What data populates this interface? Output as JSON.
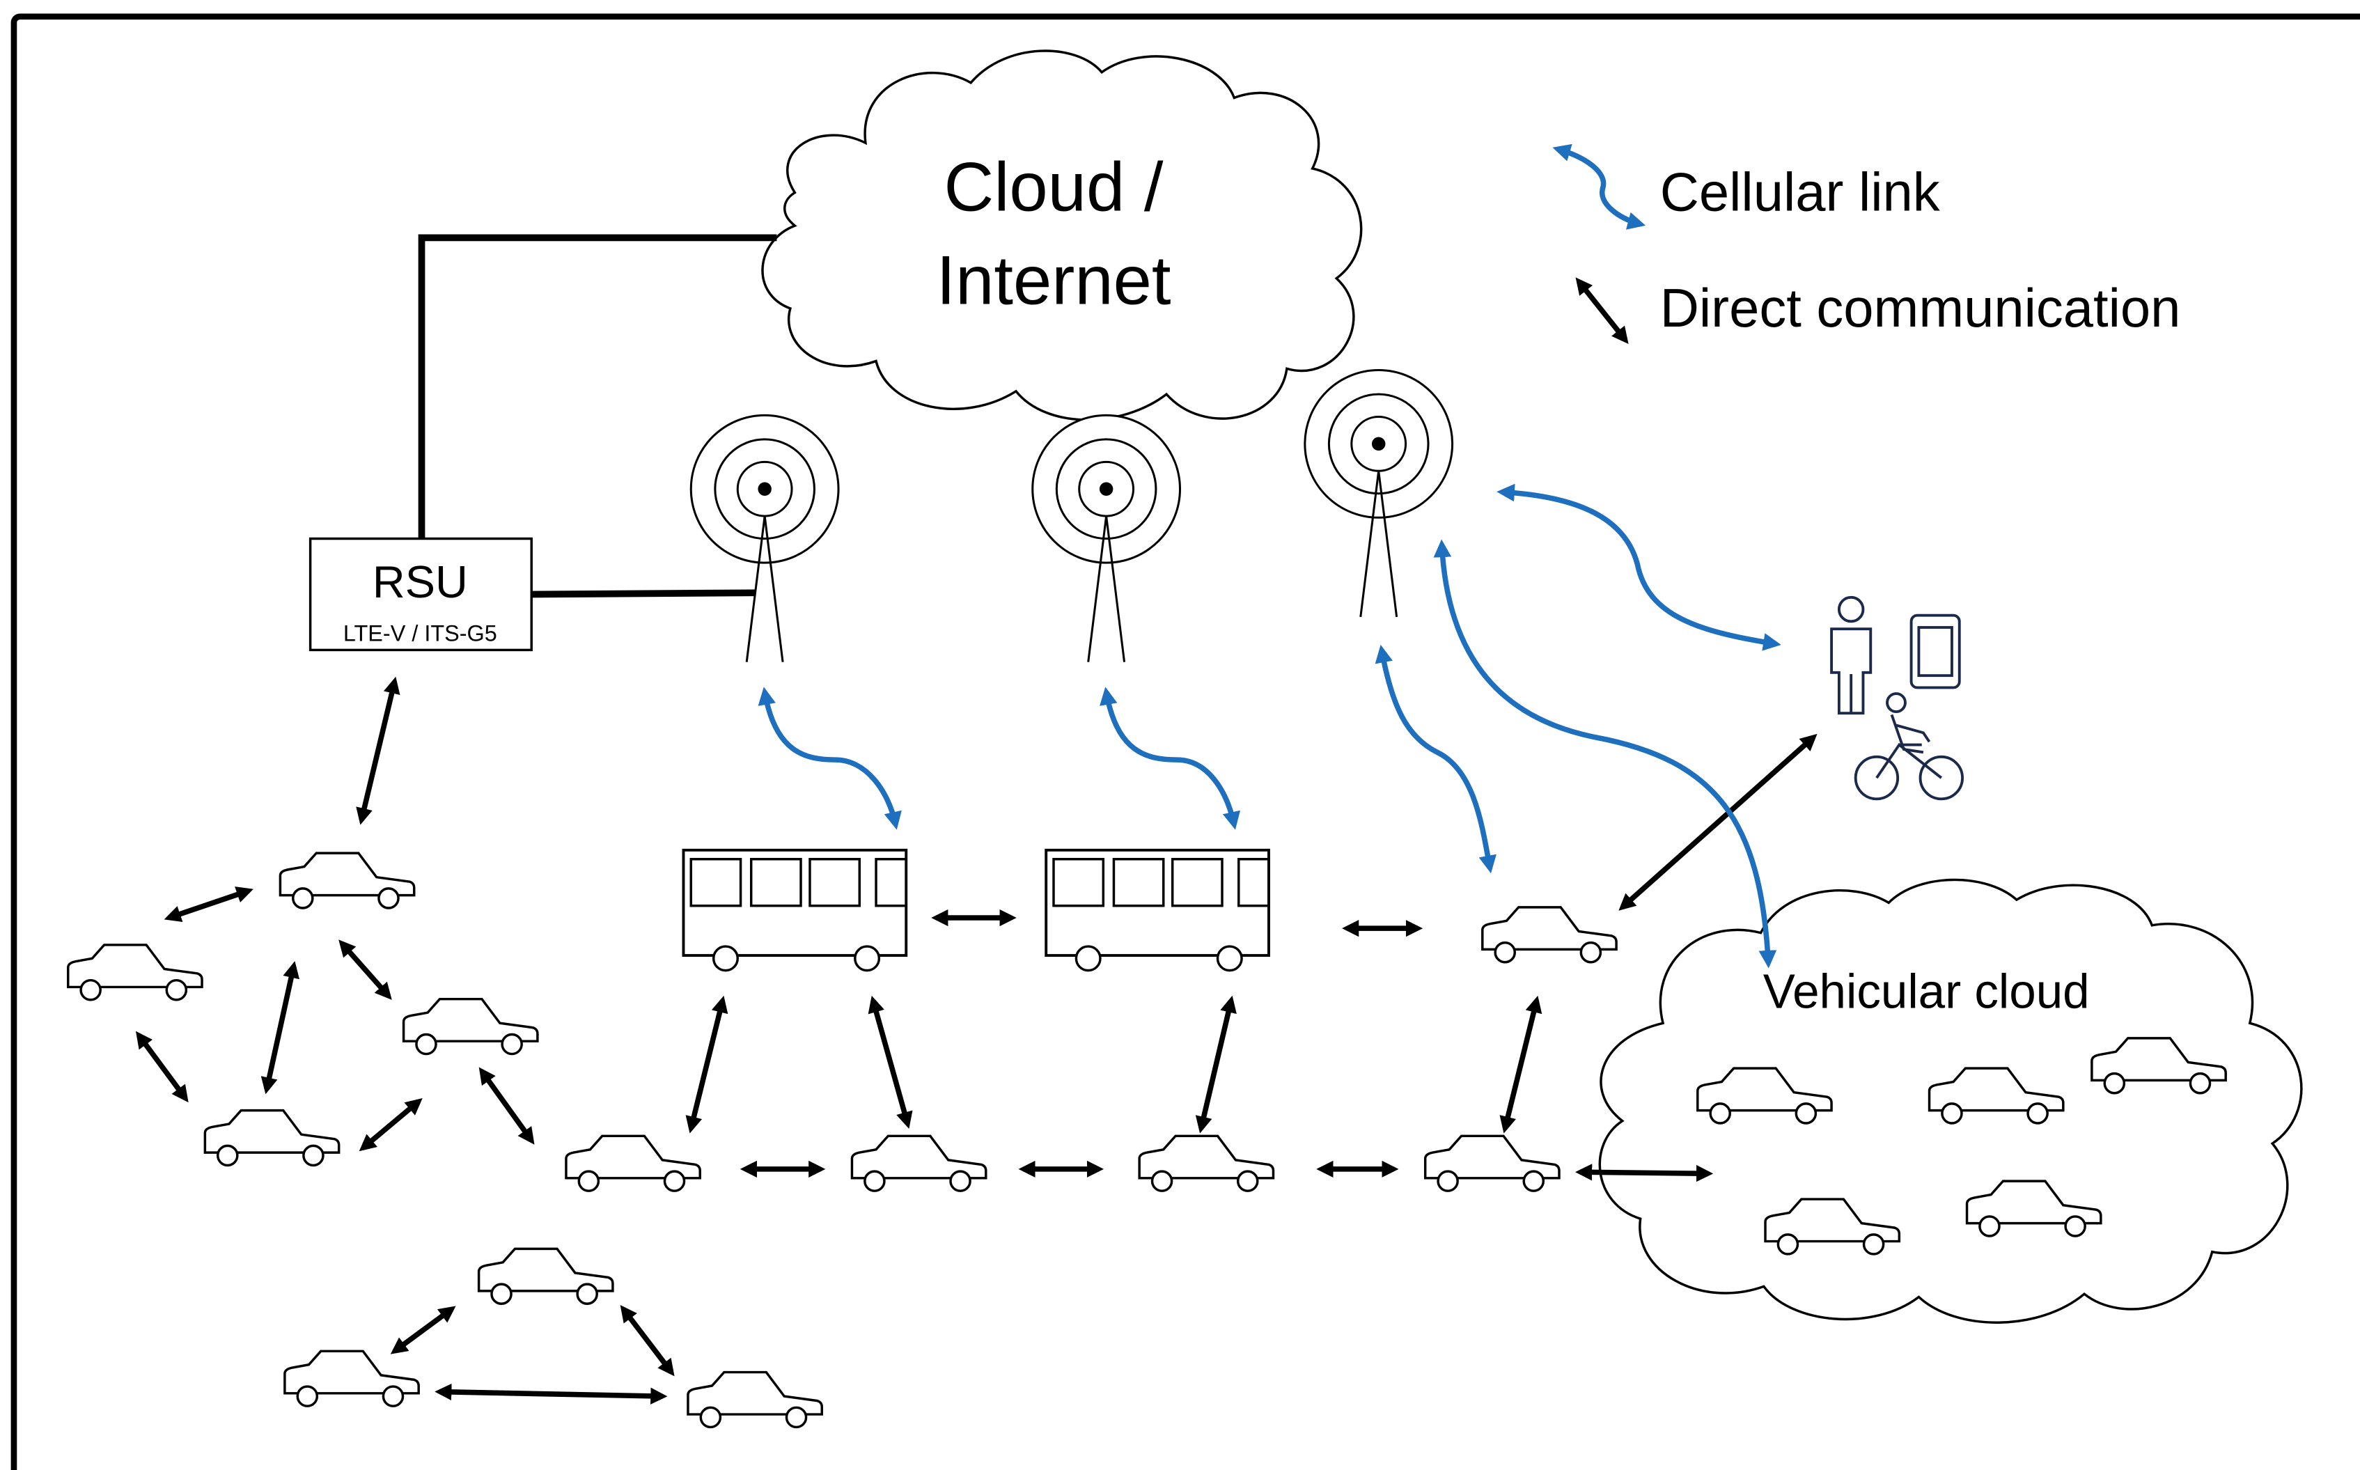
{
  "cloud_internet": {
    "line1": "Cloud /",
    "line2": "Internet"
  },
  "rsu": {
    "title": "RSU",
    "subtitle": "LTE-V / ITS-G5"
  },
  "legend": {
    "cellular": "Cellular link",
    "direct": "Direct communication"
  },
  "vehicular_cloud": {
    "label": "Vehicular cloud"
  },
  "colors": {
    "cellular": "#1f6fbf",
    "direct": "#000000",
    "frame": "#000000"
  },
  "icons": [
    "cell-tower-icon",
    "bus-icon",
    "car-icon",
    "pedestrian-icon",
    "smartphone-icon",
    "cyclist-icon",
    "cloud-icon"
  ]
}
